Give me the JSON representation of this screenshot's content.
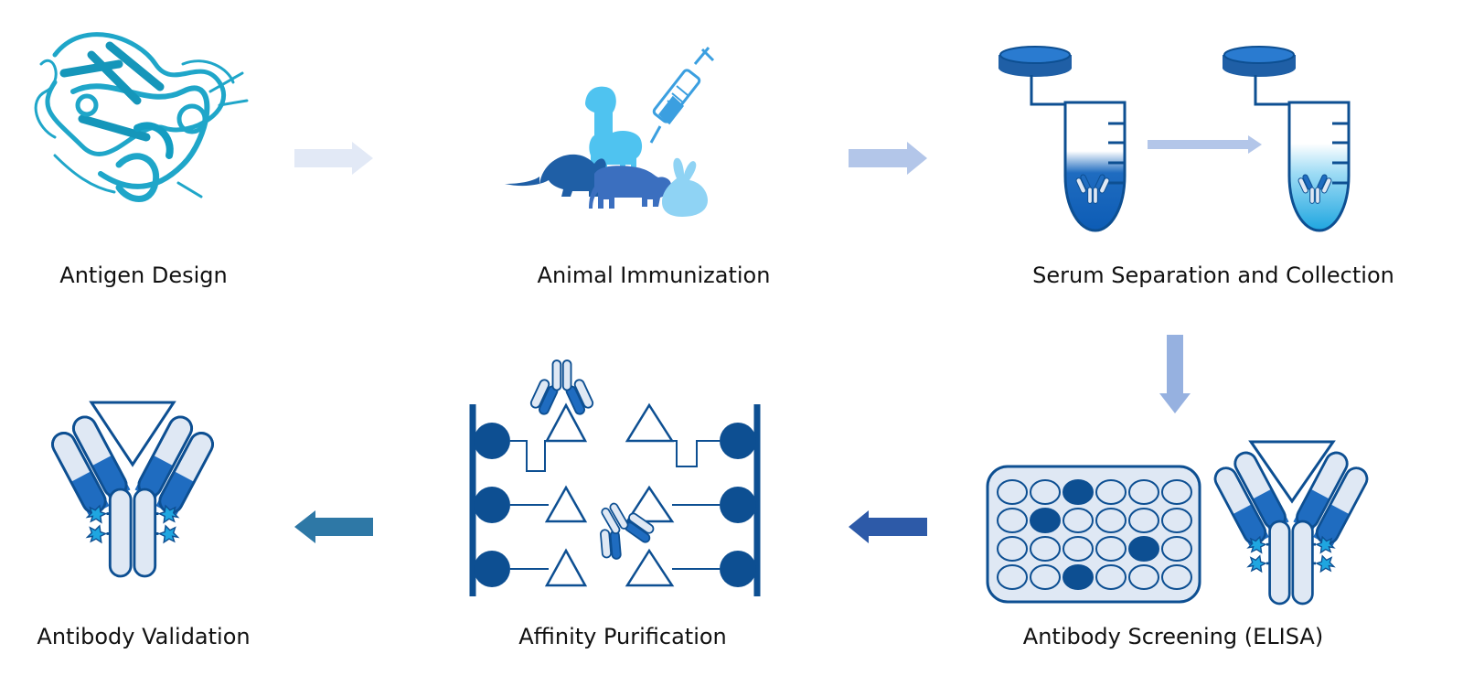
{
  "diagram": {
    "steps": [
      {
        "id": "antigen-design",
        "label": "Antigen Design"
      },
      {
        "id": "animal-immunization",
        "label": "Animal Immunization"
      },
      {
        "id": "serum-separation",
        "label": "Serum Separation and Collection"
      },
      {
        "id": "antibody-screening",
        "label": "Antibody Screening (ELISA)"
      },
      {
        "id": "affinity-purification",
        "label": "Affinity Purification"
      },
      {
        "id": "antibody-validation",
        "label": "Antibody Validation"
      }
    ],
    "colors": {
      "protein": "#1fa6c9",
      "animal_light": "#4fc3f0",
      "animal_mid": "#3b87cf",
      "animal_dark": "#1f5fa6",
      "deep_blue": "#0d4f92",
      "pale_blue": "#dfe8f4",
      "arrow_1": "#e2e9f6",
      "arrow_2": "#b3c6e9",
      "arrow_3": "#96b1e0",
      "arrow_4": "#2d5aa8",
      "arrow_5": "#2e78a6"
    },
    "elisa_plate": {
      "rows": 4,
      "cols": 6,
      "filled_wells": [
        [
          0,
          2
        ],
        [
          1,
          1
        ],
        [
          2,
          4
        ],
        [
          3,
          2
        ]
      ]
    }
  }
}
